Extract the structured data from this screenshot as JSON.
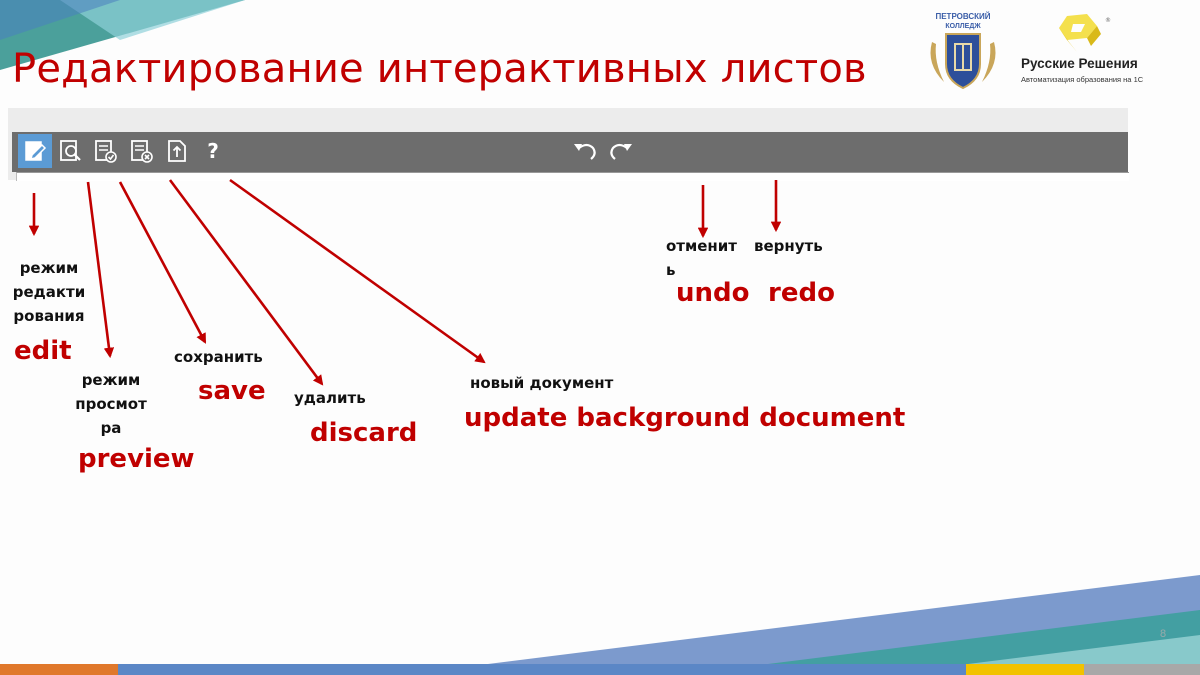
{
  "title": "Редактирование интерактивных листов",
  "logos": {
    "college_top": "ПЕТРОВСКИЙ",
    "college_bottom": "КОЛЛЕДЖ",
    "company_name": "Русские Решения",
    "company_tagline": "Автоматизация образования на 1С"
  },
  "toolbar": {
    "help_label": "?",
    "buttons": [
      {
        "name": "edit",
        "icon": "pencil-page-icon",
        "active": true
      },
      {
        "name": "preview",
        "icon": "magnifier-page-icon"
      },
      {
        "name": "save",
        "icon": "page-check-icon"
      },
      {
        "name": "discard",
        "icon": "page-x-icon"
      },
      {
        "name": "update-background",
        "icon": "page-upload-icon"
      },
      {
        "name": "help",
        "icon": "question-icon"
      },
      {
        "name": "undo",
        "icon": "undo-icon"
      },
      {
        "name": "redo",
        "icon": "redo-icon"
      }
    ]
  },
  "annotations": {
    "edit": {
      "ru": [
        "режим",
        "редакти",
        "рования"
      ],
      "en": "edit"
    },
    "preview": {
      "ru": [
        "режим",
        "просмот",
        "ра"
      ],
      "en": "preview"
    },
    "save": {
      "ru": [
        "сохранить"
      ],
      "en": "save"
    },
    "discard": {
      "ru": [
        "удалить"
      ],
      "en": "discard"
    },
    "new_doc": {
      "ru": [
        "новый документ"
      ],
      "en": "update background document"
    },
    "undo": {
      "ru": [
        "отменит",
        "ь"
      ],
      "en": "undo"
    },
    "redo": {
      "ru": [
        "вернуть"
      ],
      "en": "redo"
    }
  },
  "colors": {
    "accent_red": "#c00000",
    "toolbar_gray": "#6d6d6d",
    "active_blue": "#5b9bd5"
  },
  "page_number": "8"
}
